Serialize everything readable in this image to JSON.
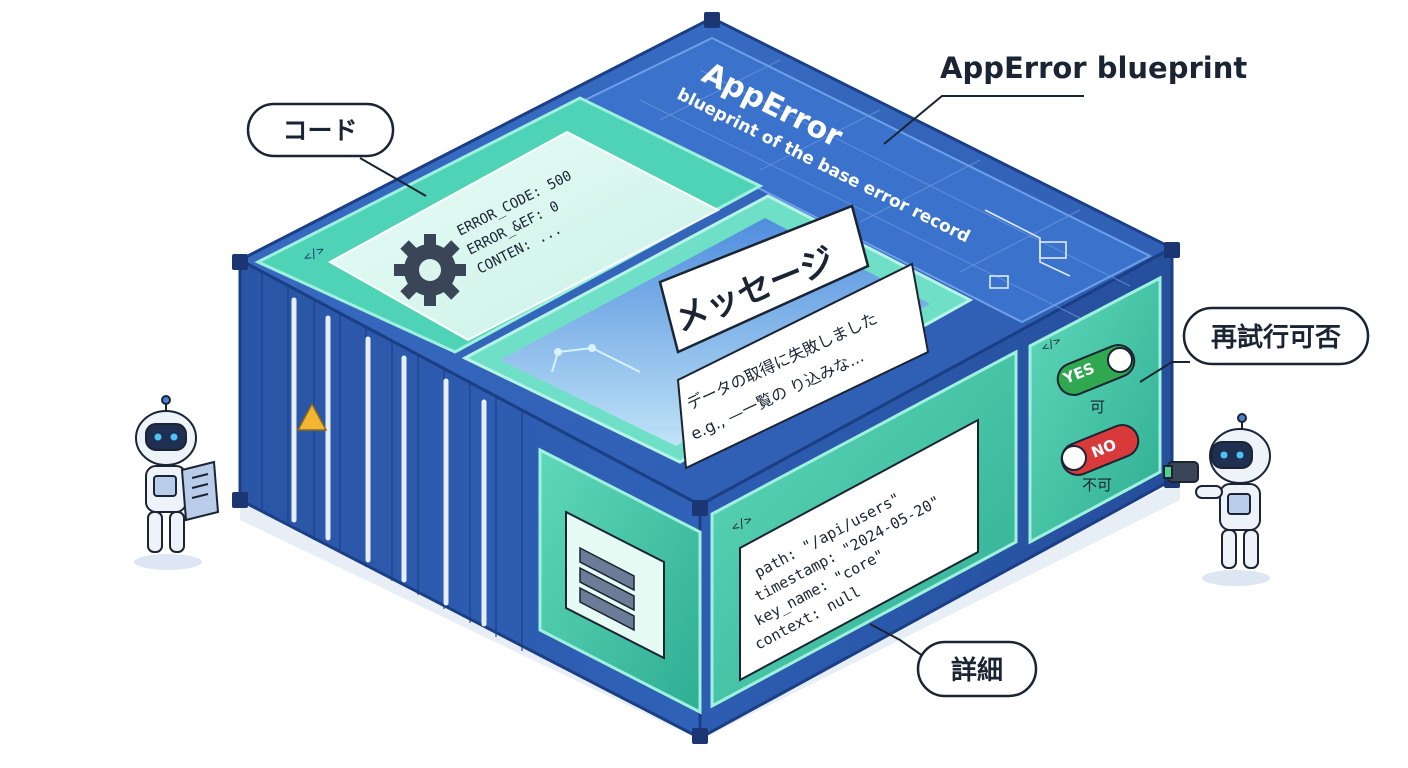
{
  "callouts": {
    "code": "コード",
    "blueprint": "AppError blueprint",
    "retryable": "再試行可否",
    "details": "詳細"
  },
  "blueprint_panel": {
    "title": "AppError",
    "subtitle": "blueprint of the base error record"
  },
  "code_panel": {
    "lines": [
      "ERROR_CODE: 500",
      "ERROR_&EF: 0",
      "CONTEN: ..."
    ],
    "code_tag": "</>"
  },
  "message_panel": {
    "title": "メッセージ",
    "line1": "データの取得に失敗しました",
    "line2": "e.g., —一覧の り込みな..."
  },
  "details_panel": {
    "lines": [
      "path: \"/api/users\"",
      "timestamp: \"2024-05-20\"",
      "key_name: \"core\"",
      "context: null"
    ],
    "code_tag": "</>"
  },
  "retry_panel": {
    "code_tag": "</>",
    "yes_toggle": "YES",
    "yes_label": "可",
    "no_toggle": "NO",
    "no_label": "不可"
  },
  "colors": {
    "container_blue": "#2f5fb3",
    "container_dark": "#1f3f80",
    "teal": "#3fc4a6",
    "yes_green": "#2fa84f",
    "no_red": "#d8393b",
    "warning_yellow": "#f2b632"
  }
}
